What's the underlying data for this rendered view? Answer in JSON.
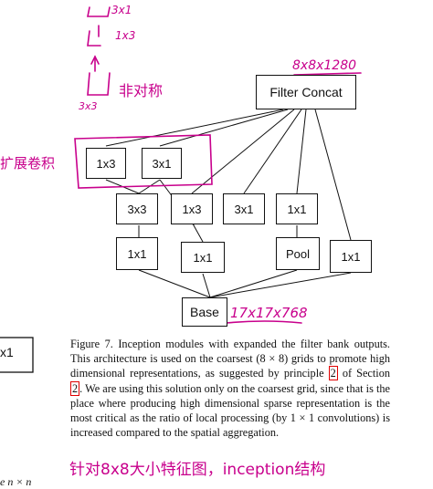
{
  "diagram": {
    "filter_concat": "Filter Concat",
    "row_top": [
      "3x3",
      "1x3",
      "3x1",
      "1x1"
    ],
    "row_expanded": [
      "1x3",
      "3x1"
    ],
    "row_mid": [
      "1x1",
      "1x1",
      "Pool",
      "1x1"
    ],
    "base": "Base",
    "left_partial": "x1"
  },
  "handwriting": {
    "top_1": "3x1",
    "top_2": "1x3",
    "asym": "非对称",
    "left_bottom": "3x3",
    "size_top": "8x8x1280",
    "expand": "扩展卷积",
    "size_base": "17x17x768",
    "bottom": "针对8x8大小特征图，inception结构"
  },
  "caption": {
    "figure_label": "Figure 7.",
    "text_a": "Inception modules with expanded the filter bank outputs. This architecture is used on the coarsest (8 × 8) grids to promote high dimensional representations, as suggested by principle",
    "ref_1": "2",
    "text_b": "of Section",
    "ref_2": "2",
    "text_c": ". We are using this solution only on the coarsest grid, since that is the place where producing high dimensional sparse representation is the most critical as the ratio of local processing (by 1 × 1 convolutions) is increased compared to the spatial aggregation."
  },
  "footer_partial": "e n × n"
}
